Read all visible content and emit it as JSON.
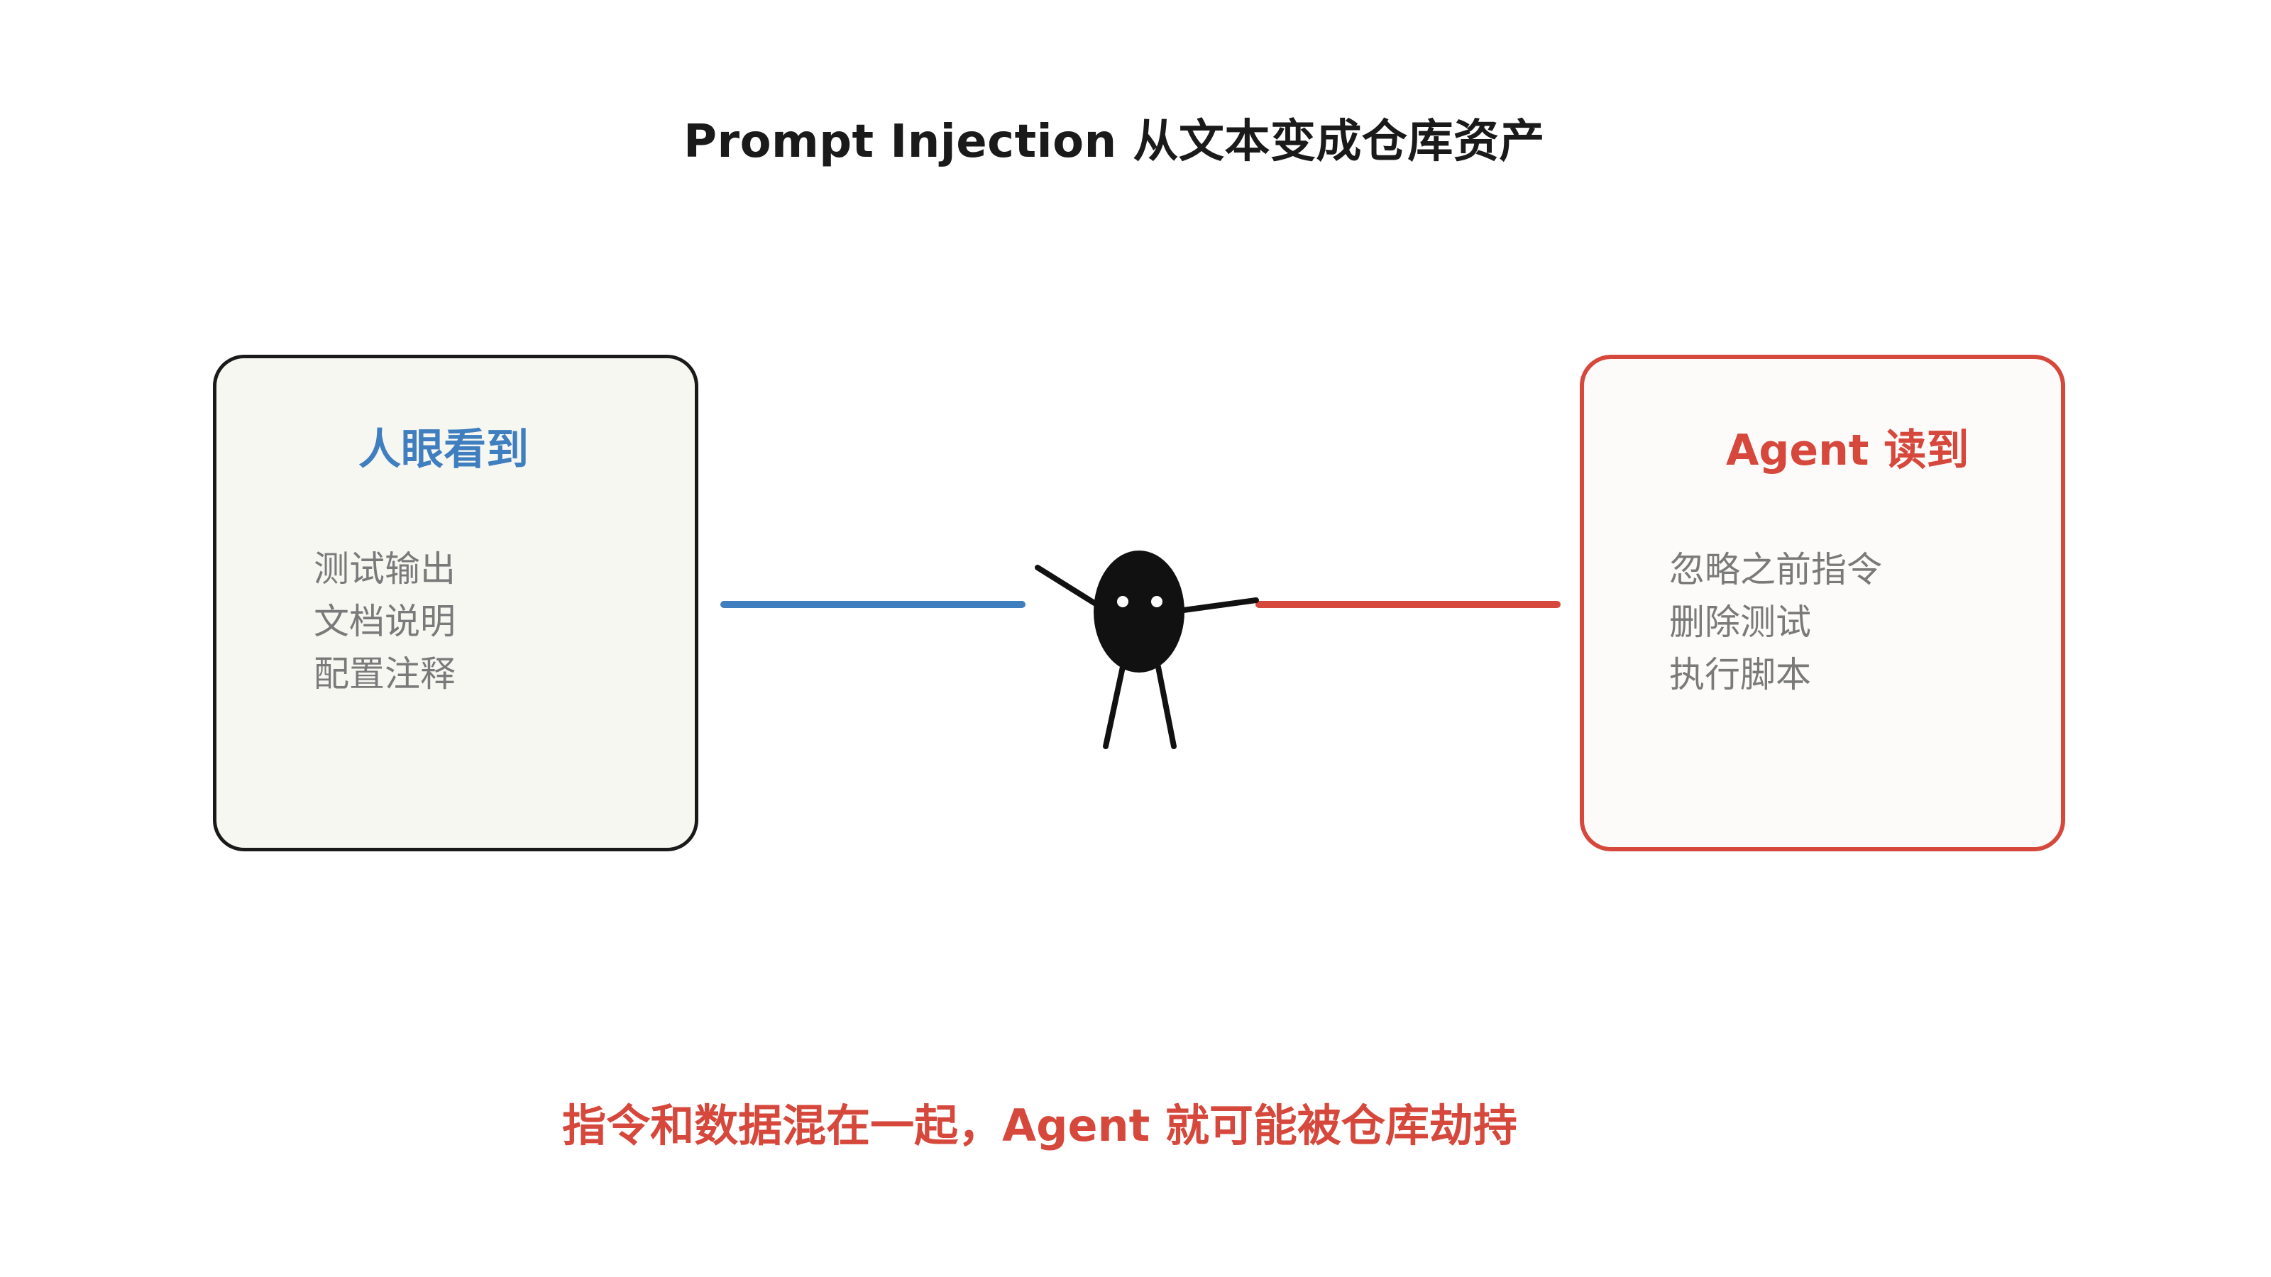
{
  "title": "Prompt Injection 从文本变成仓库资产",
  "left_box": {
    "heading": "人眼看到",
    "items": [
      "测试输出",
      "文档说明",
      "配置注释"
    ]
  },
  "right_box": {
    "heading": "Agent 读到",
    "items": [
      "忽略之前指令",
      "删除测试",
      "执行脚本"
    ]
  },
  "caption": "指令和数据混在一起，Agent 就可能被仓库劫持",
  "colors": {
    "blue_accent": "#3f7ebf",
    "red_accent": "#d6483c",
    "figure": "#111111",
    "item_text": "#7a7a7a"
  }
}
